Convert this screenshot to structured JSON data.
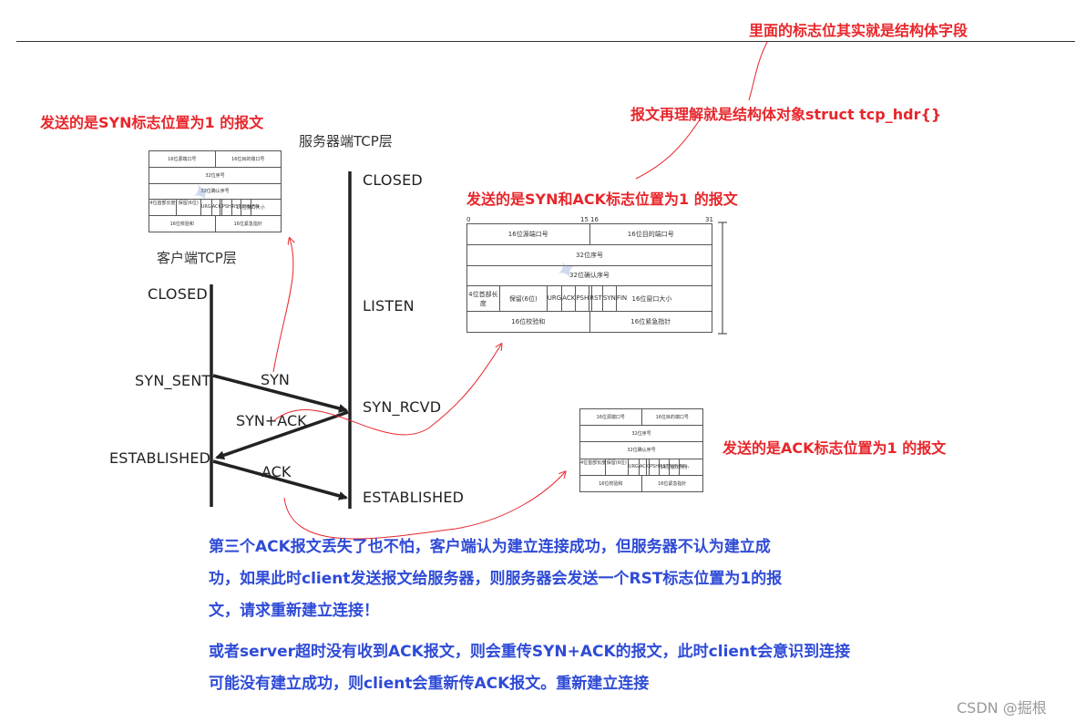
{
  "annotations": {
    "top_right": "里面的标志位其实就是结构体字段",
    "struct_note": "报文再理解就是结构体对象struct tcp_hdr{}",
    "syn_packet": "发送的是SYN标志位置为1 的报文",
    "synack_packet": "发送的是SYN和ACK标志位置为1 的报文",
    "ack_packet": "发送的是ACK标志位置为1 的报文"
  },
  "diagram": {
    "server_layer": "服务器端TCP层",
    "client_layer": "客户端TCP层",
    "server_states": [
      "CLOSED",
      "LISTEN",
      "SYN_RCVD",
      "ESTABLISHED"
    ],
    "client_states": [
      "CLOSED",
      "SYN_SENT",
      "ESTABLISHED"
    ],
    "messages": {
      "syn": "SYN",
      "synack": "SYN+ACK",
      "ack": "ACK"
    }
  },
  "tcp_header": {
    "bit_markers": [
      "0",
      "15",
      "16",
      "31"
    ],
    "src_port": "16位源端口号",
    "dst_port": "16位目的端口号",
    "seq": "32位序号",
    "ack_num": "32位确认序号",
    "header_len": "4位首部长度",
    "reserved": "保留(6位)",
    "flags": [
      "URG",
      "ACK",
      "PSH",
      "RST",
      "SYN",
      "FIN"
    ],
    "window": "16位窗口大小",
    "checksum": "16位校验和",
    "urgent": "16位紧急指针"
  },
  "explanation": {
    "line1": "第三个ACK报文丢失了也不怕，客户端认为建立连接成功，但服务器不认为建立成",
    "line2": "功，如果此时client发送报文给服务器，则服务器会发送一个RST标志位置为1的报",
    "line3": "文，请求重新建立连接！",
    "line4": "或者server超时没有收到ACK报文，则会重传SYN+ACK的报文，此时client会意识到连接",
    "line5": "可能没有建立成功，则client会重新传ACK报文。重新建立连接"
  },
  "watermark": "CSDN @掘根"
}
